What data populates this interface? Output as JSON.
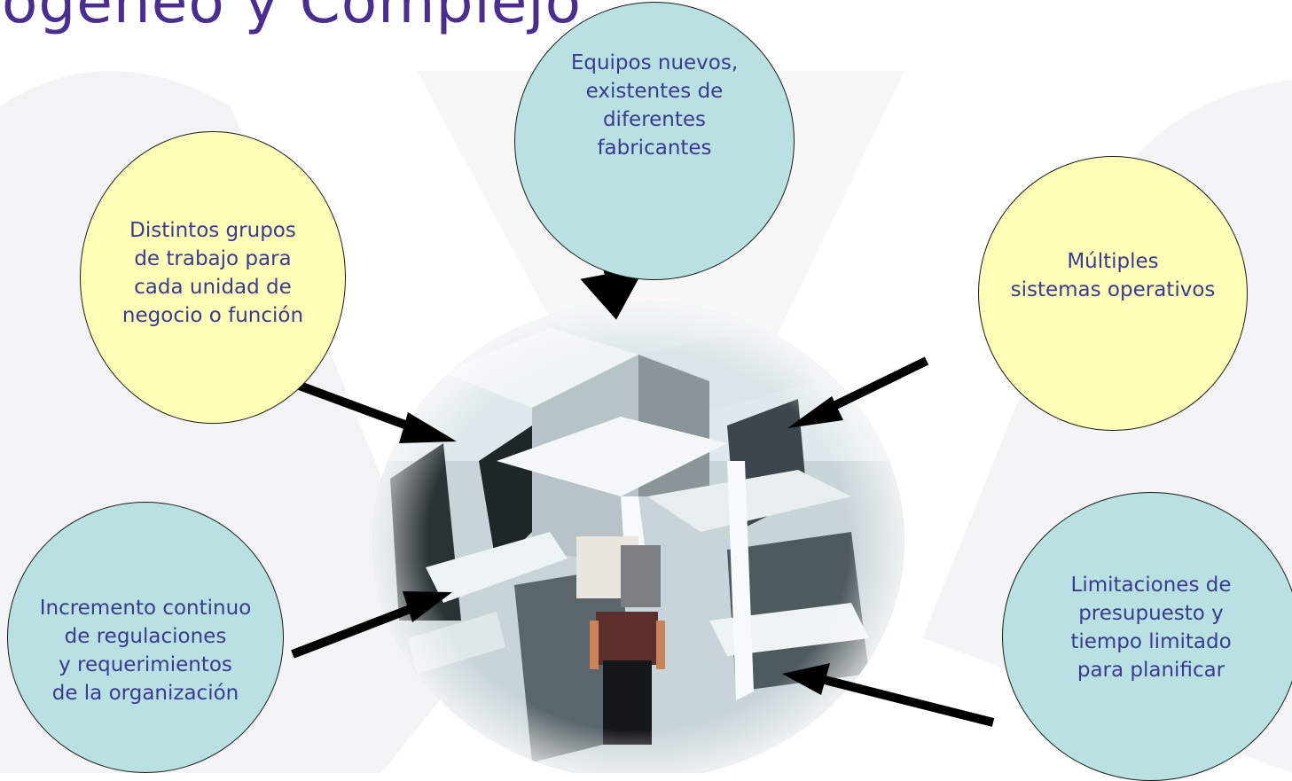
{
  "title": "ogéneo y Complejo",
  "colors": {
    "title": "#4a2e8e",
    "bubble_text": "#3b3a92",
    "teal_fill": "#b9e1e1",
    "yellow_fill": "#ffffb7",
    "arrow": "#000000",
    "watermark": "#f2f2f4"
  },
  "bubbles": {
    "equipos": [
      "Equipos nuevos,",
      "existentes de",
      "diferentes",
      "fabricantes"
    ],
    "grupos": [
      "Distintos grupos",
      "de trabajo para",
      "cada unidad de",
      "negocio o función"
    ],
    "sistemas": [
      "Múltiples",
      "sistemas operativos"
    ],
    "incremento": [
      "Incremento continuo",
      "de regulaciones",
      "y requerimientos",
      "de la organización"
    ],
    "limitaciones": [
      "Limitaciones de",
      "presupuesto y",
      "tiempo limitado",
      "para planificar"
    ]
  },
  "image": {
    "icon": "maze-with-person-image"
  }
}
